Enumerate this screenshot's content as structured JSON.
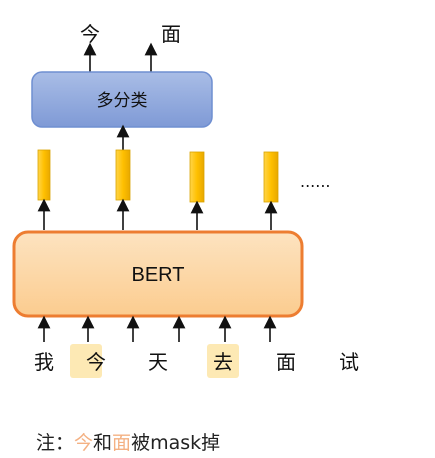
{
  "outputs": [
    "今",
    "面"
  ],
  "classifier": {
    "label": "多分类",
    "fill": "#8faadc",
    "border": "#6f8fd1"
  },
  "embeddings": {
    "count": 4,
    "fill": "#ffc000",
    "ellipsis": "......"
  },
  "bert": {
    "label": "BERT",
    "fill": "#fdd6a4",
    "border": "#ed7d31"
  },
  "tokens": [
    {
      "char": "我",
      "masked": false
    },
    {
      "char": "今",
      "masked": true
    },
    {
      "char": "天",
      "masked": false
    },
    {
      "char": "去",
      "masked": true
    },
    {
      "char": "面",
      "masked": false
    },
    {
      "char": "试",
      "masked": false
    }
  ],
  "mask_highlight": "#fde9b4",
  "note": {
    "prefix": "注：",
    "w1": "今",
    "and": "和",
    "w2": "面",
    "rest": "被mask掉",
    "highlight": "#f4b183"
  }
}
